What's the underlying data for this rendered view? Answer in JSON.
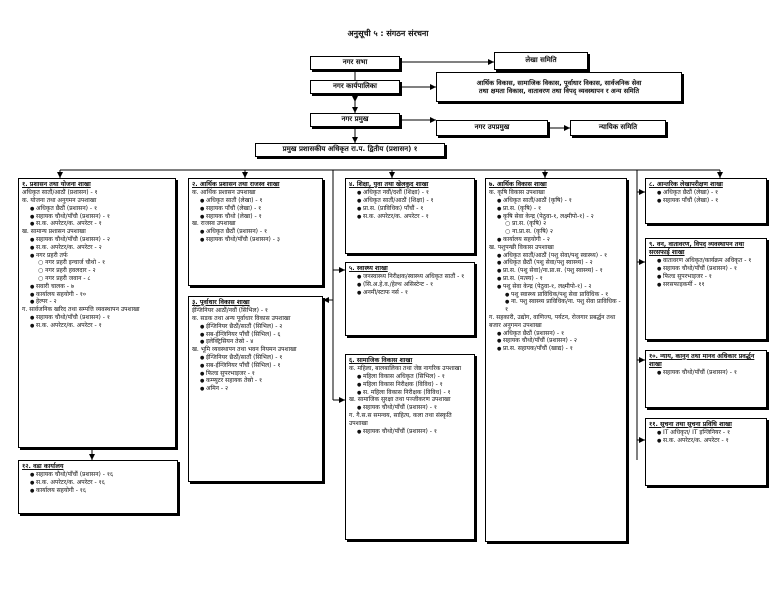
{
  "title": "अनुसूची ५ : संगठन संरचना",
  "top": {
    "nagar_sabha": "नगर सभा",
    "lekha_samiti": "लेखा समिति",
    "karyapalika": "नगर कार्यपालिका",
    "samitis": [
      "आर्थिक विकास, सामाजिक विकास, पूर्वाधार विकास, सार्वजनिक सेवा",
      "तथा क्षमता विकास, वातावरण तथा विपद् व्यवस्थापन र अन्य समिति"
    ],
    "pramukh": "नगर प्रमुख",
    "upapramukh": "नगर उपप्रमुख",
    "nyayik": "न्यायिक समिति",
    "cao": "प्रमुख प्रशासकीय अधिकृत रा.प. द्वितीय (प्रशासन) १"
  },
  "sections": {
    "s1": {
      "title": "१. प्रशासन तथा योजना शाखा",
      "lines": [
        "अधिकृत सातौं/आठौं (प्रशासन) - १",
        "क. योजना तथा अनुगमन उपशाखा",
        "अधिकृत छैठौं (प्रशासन) - १",
        "सहायक चौथो/पाँचौ (प्रशासन) - १",
        "स.क. अपरेटर/क. अपरेटर - १",
        "ख. सामान्य प्रशासन उपशाखा",
        "सहायक चौथो/पाँचौ (प्रशासन) - २",
        "स.क. अपरेटर/क. अपरेटर - २",
        "नगर प्रहरी तर्फ",
        "नगर प्रहरी इन्चार्ज चौथो - १",
        "नगर प्रहरी हवलदार - २",
        "नगर प्रहरी जवान - ८",
        "सवारी चालक - ७",
        "कार्यालय सहयोगी - १०",
        "हेल्पर - २",
        "ग. सार्वजनिक खरिद तथा सम्पत्ति व्यवस्थापन उपशाखा",
        "सहायक चौथो/पाँचौ (प्रशासन) - १",
        "स.क. अपरेटर/क. अपरेटर - १"
      ]
    },
    "s2": {
      "title": "२. आर्थिक प्रशासन तथा राजस्व शाखा",
      "lines": [
        "क. आर्थिक प्रशासन उपशाखा",
        "अधिकृत सातौं (लेखा) - १",
        "सहायक पाँचौं (लेखा) - १",
        "सहायक चौथो (लेखा) - १",
        "ख. राजस्व उपशाखा",
        "अधिकृत छैठौं (प्रशासन) - १",
        "सहायक चौथो/पाँचौ (प्रशासन) - ३"
      ]
    },
    "s3": {
      "title": "३. पूर्वाधार विकास शाखा",
      "lines": [
        "ईन्जिनियर आठौं/नवौं (सिभिल) - १",
        "क. सडक तथा अन्य पूर्वाधार विकास उपशाखा",
        "ईन्जिनियर छैठौं/सातौं (सिभिल) - २",
        "सब-ईन्जिनियर पाँचौं (सिभिल) - ६",
        "इलेक्ट्रिसियन तेस्रो - ४",
        "ख. भूमि व्यवस्थापन तथा भवन नियमन उपशाखा",
        "ईन्जिनियर छैठौं/सातौं (सिभिल) - १",
        "सब-ईन्जिनियर पाँचौं (सिभिल) - १",
        "फिल्ड सुपरभाइजर - १",
        "कम्प्युटर सहायक तेस्रो - १",
        "अमिन - २"
      ]
    },
    "s4": {
      "title": "४. शिक्षा, युवा तथा खेलकुद शाखा",
      "lines": [
        "अधिकृत नवौं/दशौं (शिक्षा) - १",
        "अधिकृत सातौं/आठौं (शिक्षा) - १",
        "प्रा.स. (प्राविधिक) पाँचौं - १",
        "स.क. अपरेटर/क. अपरेटर - १"
      ]
    },
    "s5": {
      "title": "५. स्वास्थ्य शाखा",
      "lines": [
        "जनस्वास्थ्य निरीक्षक/स्वास्थ्य अधिकृत सातौं - १",
        "(सि.अ.हे.व./हेल्थ असिस्टेन्ट - १",
        "अनमी/स्टाफ नर्स - १"
      ]
    },
    "s6": {
      "title": "६. सामाजिक विकास शाखा",
      "lines": [
        "क. महिला, बालबालिका तथा जेष्ठ नागरिक उपशाखा",
        "महिला विकास अधिकृत (सिभिल) - १",
        "महिला विकास निरीक्षक (विविध) - १",
        "स. महिला विकास निरीक्षक (विविध) - १",
        "ख. सामाजिक सुरक्षा तथा पञ्जीकरण उपशाखा",
        "सहायक चौथो/पाँचौं (प्रशासन) - १",
        "ग. गै.स.स समन्वय, साहित्य, कला तथा संस्कृति उपशाखा",
        "सहायक चौथो/पाँचौं (प्रशासन) - १"
      ]
    },
    "s7": {
      "title": "७. आर्थिक विकास शाखा",
      "lines": [
        "क. कृषि विकास उपशाखा",
        "अधिकृत सातौं/आठौं (कृषि) - १",
        "प्रा.स. (कृषि) - १",
        "कृषि सेवा केन्द्र (पेठुवा-१, लक्ष्मीपो-१) - २",
        "प्रा.स. (कृषि) २",
        "ना.प्रा.स. (कृषि) २",
        "कार्यालय सहयोगी - २",
        "ख. पशुपन्छी विकास उपशाखा",
        "अधिकृत सातौं/आठौं (पशु सेवा/पशु स्वास्थ्य) - १",
        "अधिकृत छैठौं (पशु सेवा/पशु स्वास्थ्य) - २",
        "प्रा.स. (पशु सेवा)/ना.प्रा.स. (पशु स्वास्थ्य) - १",
        "प्रा.स. (मत्स्य) - १",
        "पशु सेवा केन्द्र (पेठुवा-१, लक्ष्मीपो-१) - २",
        "पशु स्वास्थ्य प्राविधिक/पशु सेवा प्राविधिक - १",
        "ना. पशु स्वास्थ्य प्राविधिक/ना. पशु सेवा प्राविधिक - १",
        "ग. सहकारी, उद्योग, वाणिज्य, पर्यटन, रोजगार प्रबर्द्धन तथा बजार अनुगमन उपशाखा",
        "अधिकृत छैठौं (प्रशासन) - १",
        "सहायक चौथो/पाँचौं (प्रशासन) - २",
        "प्रा.स. सहायक/पाँचौं (खाद्य) - १"
      ]
    },
    "s8": {
      "title": "८. आन्तरिक लेखापरीक्षण शाखा",
      "lines": [
        "अधिकृत छैठौं (लेखा) - १",
        "सहायक पाँचौं (लेखा) - १"
      ]
    },
    "s9": {
      "title": "९. वन, वातावरण, विपद् व्यवस्थापन तथा सरसफाई शाखा",
      "lines": [
        "वातावरण अधिकृत/कार्यक्रम अधिकृत - १",
        "सहायक चौथो/पाँचौं (प्रशासन) - १",
        "फिल्ड सुपरभाइजर - १",
        "सरसफाइकर्मी - ११"
      ]
    },
    "s10": {
      "title": "१०. न्याय, कानुन तथा मानव अधिकार प्रवर्द्धन शाखा",
      "lines": [
        "सहायक चौथो/पाँचौं (प्रशासन) - १"
      ]
    },
    "s11": {
      "title": "११. सूचना तथा सूचना प्रविधि शाखा",
      "lines": [
        "IT अधिकृत/ IT इन्जिनियर - १",
        "स.क. अपरेटर/क. अपरेटर - १"
      ]
    },
    "s12": {
      "title": "१२. वडा कार्यालय",
      "lines": [
        "सहायक चौथो/पाँचौं (प्रशासन) - १६",
        "स.क. अपरेटर/क. अपरेटर - १६",
        "कार्यालय सहयोगी - १६"
      ]
    }
  }
}
